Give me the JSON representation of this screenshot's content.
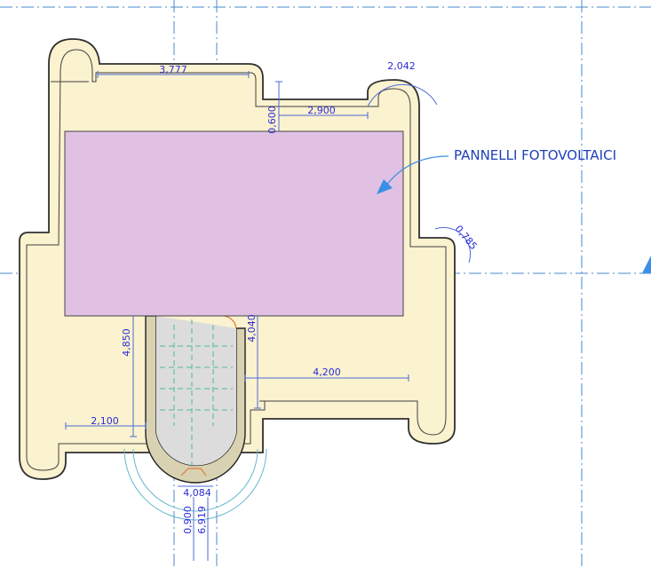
{
  "drawing": {
    "label_panels": "PANNELLI FOTOVOLTAICI",
    "dimensions": {
      "d_3777": "3,777",
      "d_2900": "2,900",
      "d_0600": "0,600",
      "d_2042": "2,042",
      "d_0785": "0,785",
      "d_4850": "4,850",
      "d_4040": "4,040",
      "d_4200": "4,200",
      "d_2100": "2,100",
      "d_4084": "4,084",
      "d_0900": "0,900",
      "d_6919": "6,919"
    },
    "colors": {
      "floor": "#fbf2cf",
      "panel": "#e0c1e3",
      "stair": "#dcdcdc",
      "axis": "#4a88cc",
      "dimension": "#2b2bd6",
      "callout": "#3b8fe6"
    }
  }
}
